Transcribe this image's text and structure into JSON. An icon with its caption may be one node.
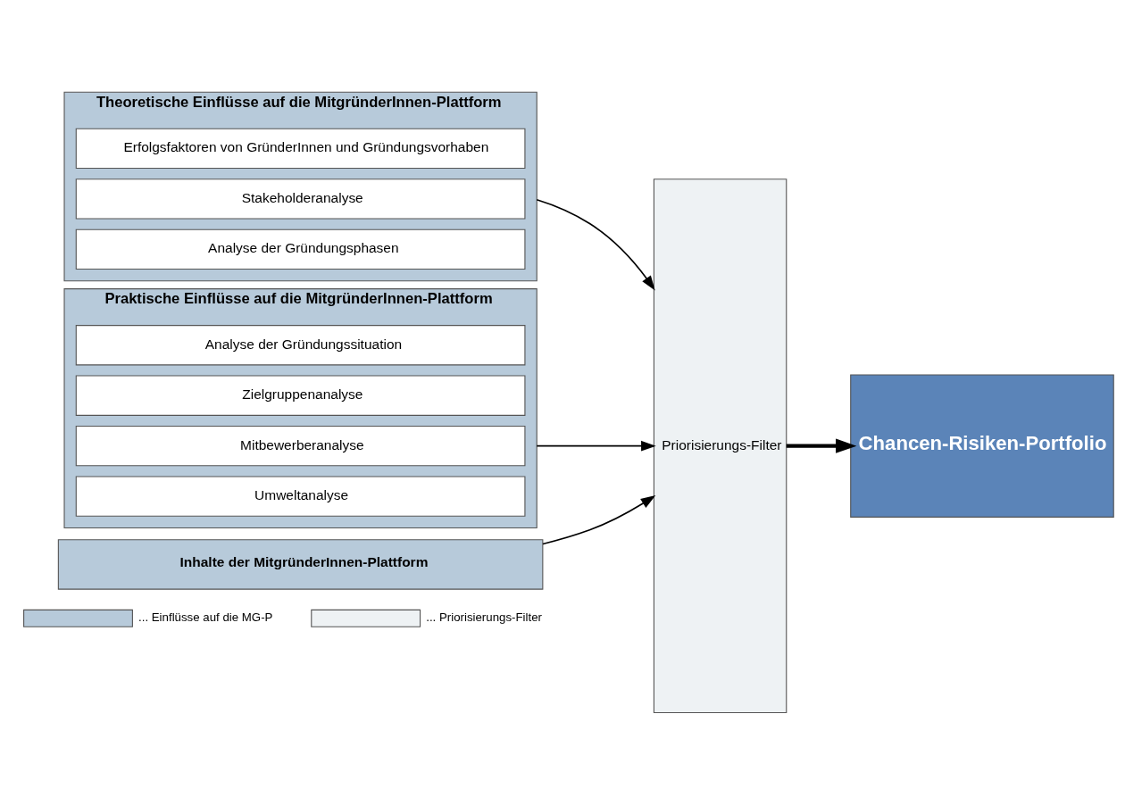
{
  "diagram": {
    "nodes": [
      {
        "text": [
          "Theoretische Einflüsse auf die MitgründerInnen-Plattform"
        ]
      },
      {
        "text": [
          "Erfolgsfaktoren von GründerInnen und Gründungsvorhaben"
        ],
        "in": 0
      },
      {
        "text": [
          "Stakeholderanalyse"
        ],
        "in": 0
      },
      {
        "text": [
          "Analyse der Gründungsphasen"
        ],
        "in": 0
      },
      {
        "text": [
          "Praktische Einflüsse auf die MitgründerInnen-Plattform"
        ]
      },
      {
        "text": [
          "Analyse der Gründungssituation"
        ],
        "in": 4
      },
      {
        "text": [
          "Zielgruppenanalyse"
        ],
        "in": 4
      },
      {
        "text": [
          "Mitbewerberanalyse"
        ],
        "in": 4
      },
      {
        "text": [
          "Umweltanalyse"
        ],
        "in": 4
      },
      {
        "text": [
          "Inhalte der MitgründerInnen-Plattform"
        ]
      },
      {
        "text": [
          "Priorisierungs-Filter"
        ]
      },
      {
        "text": [
          "Chancen-Risiken-Portfolio"
        ]
      }
    ],
    "edges": [
      {
        "from": 0,
        "to": 10,
        "arrow": "to"
      },
      {
        "from": 4,
        "to": 10,
        "arrow": "to"
      },
      {
        "from": 9,
        "to": 10,
        "arrow": "to"
      },
      {
        "from": 10,
        "to": 11,
        "arrow": "to",
        "style": "thick"
      }
    ],
    "legend": [
      {
        "text": "... Einflüsse auf die MG-P",
        "color": "#b7cada"
      },
      {
        "text": "... Priorisierungs-Filter",
        "color": "#eef2f4"
      }
    ]
  }
}
